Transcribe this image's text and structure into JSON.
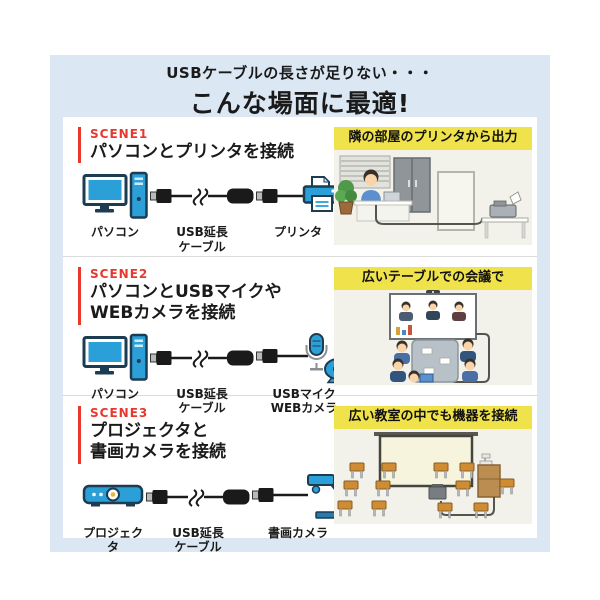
{
  "header": {
    "subtitle": "USBケーブルの長さが足りない・・・",
    "title": "こんな場面に最適!"
  },
  "scenes": [
    {
      "label": "SCENE1",
      "title": "パソコンとプリンタを接続",
      "banner": "隣の部屋のプリンタから出力",
      "devices": {
        "left": {
          "icon": "pc-icon",
          "label": "パソコン"
        },
        "middle": {
          "icon": "usb-extension-cable-icon",
          "label": "USB延長\nケーブル"
        },
        "right": {
          "icon": "printer-icon",
          "label": "プリンタ"
        }
      }
    },
    {
      "label": "SCENE2",
      "title": "パソコンとUSBマイクや\nWEBカメラを接続",
      "banner": "広いテーブルでの会議で",
      "devices": {
        "left": {
          "icon": "pc-icon",
          "label": "パソコン"
        },
        "middle": {
          "icon": "usb-extension-cable-icon",
          "label": "USB延長\nケーブル"
        },
        "right": {
          "icon": "usb-mic-webcam-icon",
          "label": "USBマイク\nWEBカメラ"
        }
      }
    },
    {
      "label": "SCENE3",
      "title": "プロジェクタと\n書画カメラを接続",
      "banner": "広い教室の中でも機器を接続",
      "devices": {
        "left": {
          "icon": "projector-icon",
          "label": "プロジェクタ"
        },
        "middle": {
          "icon": "usb-extension-cable-icon",
          "label": "USB延長\nケーブル"
        },
        "right": {
          "icon": "document-camera-icon",
          "label": "書画カメラ"
        }
      }
    }
  ],
  "colors": {
    "panel_bg": "#dbe8f4",
    "card_bg": "#ffffff",
    "accent_red": "#e8382d",
    "banner_yellow": "#efe24b",
    "illustration_bg": "#f2f1ea",
    "device_blue": "#2b9fd8",
    "text_dark": "#1a1a1a"
  }
}
